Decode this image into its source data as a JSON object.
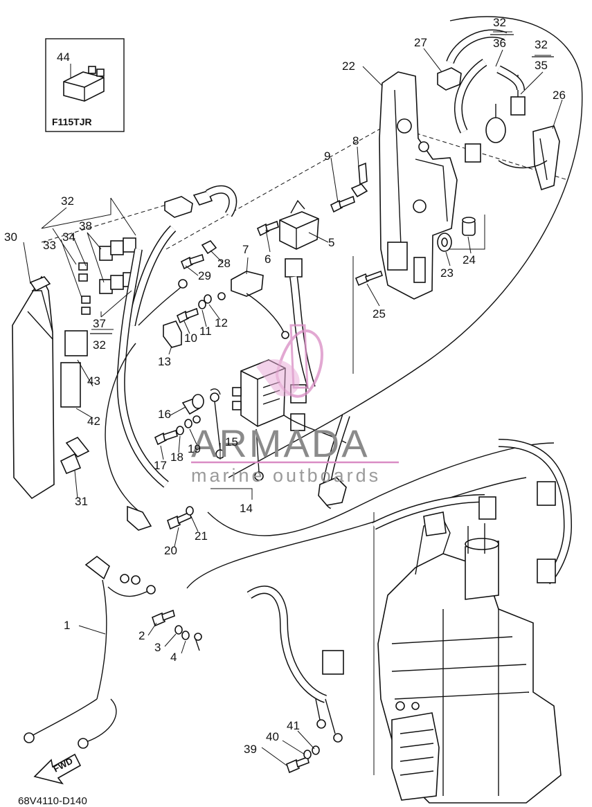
{
  "inset_model": "F115TJR",
  "diagram_code": "68V4110-D140",
  "forward_label": "FWD",
  "watermark": {
    "brand": "ARMADA",
    "tagline": "marine outboards",
    "accent": "#d98cc4"
  },
  "callouts": [
    {
      "name": "callout-1",
      "text": "1"
    },
    {
      "name": "callout-2",
      "text": "2"
    },
    {
      "name": "callout-3",
      "text": "3"
    },
    {
      "name": "callout-4",
      "text": "4"
    },
    {
      "name": "callout-5",
      "text": "5"
    },
    {
      "name": "callout-6",
      "text": "6"
    },
    {
      "name": "callout-7",
      "text": "7"
    },
    {
      "name": "callout-8",
      "text": "8"
    },
    {
      "name": "callout-9",
      "text": "9"
    },
    {
      "name": "callout-10",
      "text": "10"
    },
    {
      "name": "callout-11",
      "text": "11"
    },
    {
      "name": "callout-12",
      "text": "12"
    },
    {
      "name": "callout-13",
      "text": "13"
    },
    {
      "name": "callout-14",
      "text": "14"
    },
    {
      "name": "callout-15",
      "text": "15"
    },
    {
      "name": "callout-16",
      "text": "16"
    },
    {
      "name": "callout-17",
      "text": "17"
    },
    {
      "name": "callout-18",
      "text": "18"
    },
    {
      "name": "callout-19",
      "text": "19"
    },
    {
      "name": "callout-20",
      "text": "20"
    },
    {
      "name": "callout-21",
      "text": "21"
    },
    {
      "name": "callout-22",
      "text": "22"
    },
    {
      "name": "callout-23",
      "text": "23"
    },
    {
      "name": "callout-24",
      "text": "24"
    },
    {
      "name": "callout-25",
      "text": "25"
    },
    {
      "name": "callout-26",
      "text": "26"
    },
    {
      "name": "callout-27",
      "text": "27"
    },
    {
      "name": "callout-28",
      "text": "28"
    },
    {
      "name": "callout-29",
      "text": "29"
    },
    {
      "name": "callout-30",
      "text": "30"
    },
    {
      "name": "callout-31",
      "text": "31"
    },
    {
      "name": "callout-32-top",
      "text": "32"
    },
    {
      "name": "callout-36",
      "text": "36"
    },
    {
      "name": "callout-32-right",
      "text": "32"
    },
    {
      "name": "callout-35",
      "text": "35"
    },
    {
      "name": "callout-32-left",
      "text": "32"
    },
    {
      "name": "callout-33",
      "text": "33"
    },
    {
      "name": "callout-34",
      "text": "34"
    },
    {
      "name": "callout-38",
      "text": "38"
    },
    {
      "name": "callout-37",
      "text": "37"
    },
    {
      "name": "callout-32-lower",
      "text": "32"
    },
    {
      "name": "callout-39",
      "text": "39"
    },
    {
      "name": "callout-40",
      "text": "40"
    },
    {
      "name": "callout-41",
      "text": "41"
    },
    {
      "name": "callout-42",
      "text": "42"
    },
    {
      "name": "callout-43",
      "text": "43"
    },
    {
      "name": "callout-44",
      "text": "44"
    }
  ]
}
